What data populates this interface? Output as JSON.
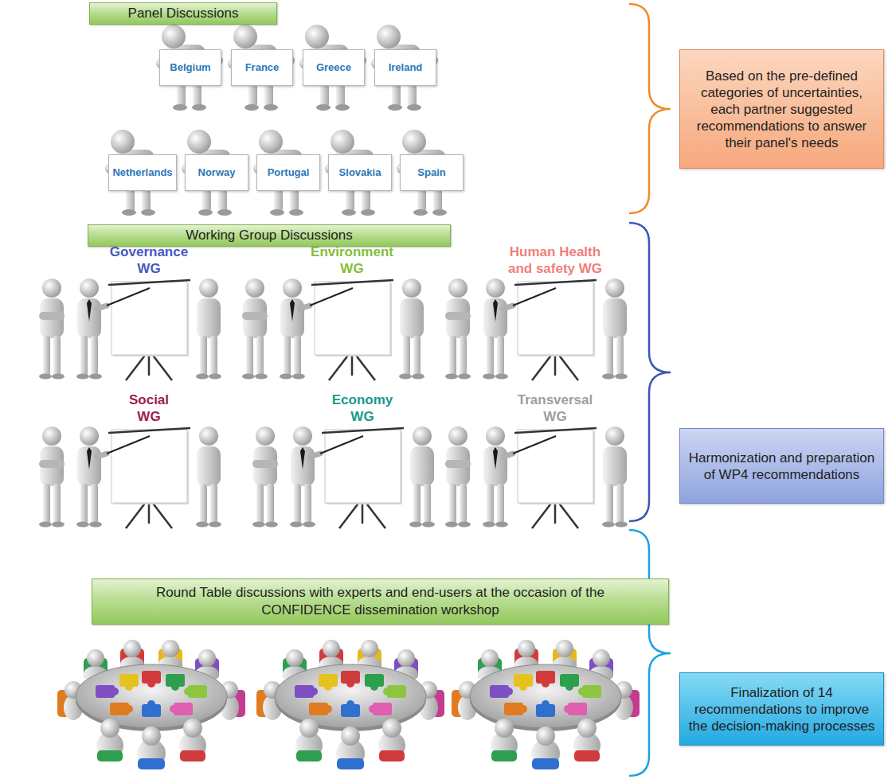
{
  "diagram": {
    "nodes": [
      {
        "text": [
          "Panel Discussions"
        ]
      },
      {
        "text": [
          "Belgium"
        ]
      },
      {
        "text": [
          "France"
        ]
      },
      {
        "text": [
          "Greece"
        ]
      },
      {
        "text": [
          "Ireland"
        ]
      },
      {
        "text": [
          "Netherlands"
        ]
      },
      {
        "text": [
          "Norway"
        ]
      },
      {
        "text": [
          "Portugal"
        ]
      },
      {
        "text": [
          "Slovakia"
        ]
      },
      {
        "text": [
          "Spain"
        ]
      },
      {
        "text": [
          "Based on the pre-defined categories of uncertainties, each partner suggested recommendations to answer their panel's needs"
        ]
      },
      {
        "text": [
          "Working Group Discussions"
        ]
      },
      {
        "text": [
          "Governance WG"
        ]
      },
      {
        "text": [
          "Environment WG"
        ]
      },
      {
        "text": [
          "Human Health and safety WG"
        ]
      },
      {
        "text": [
          "Social WG"
        ]
      },
      {
        "text": [
          "Economy WG"
        ]
      },
      {
        "text": [
          "Transversal WG"
        ]
      },
      {
        "text": [
          "Harmonization and preparation of WP4 recommendations"
        ]
      },
      {
        "text": [
          "Round Table discussions with experts and end-users at the occasion of the CONFIDENCE dissemination workshop"
        ]
      },
      {
        "text": [
          "Finalization of 14 recommendations to improve the decision-making processes"
        ]
      }
    ]
  }
}
